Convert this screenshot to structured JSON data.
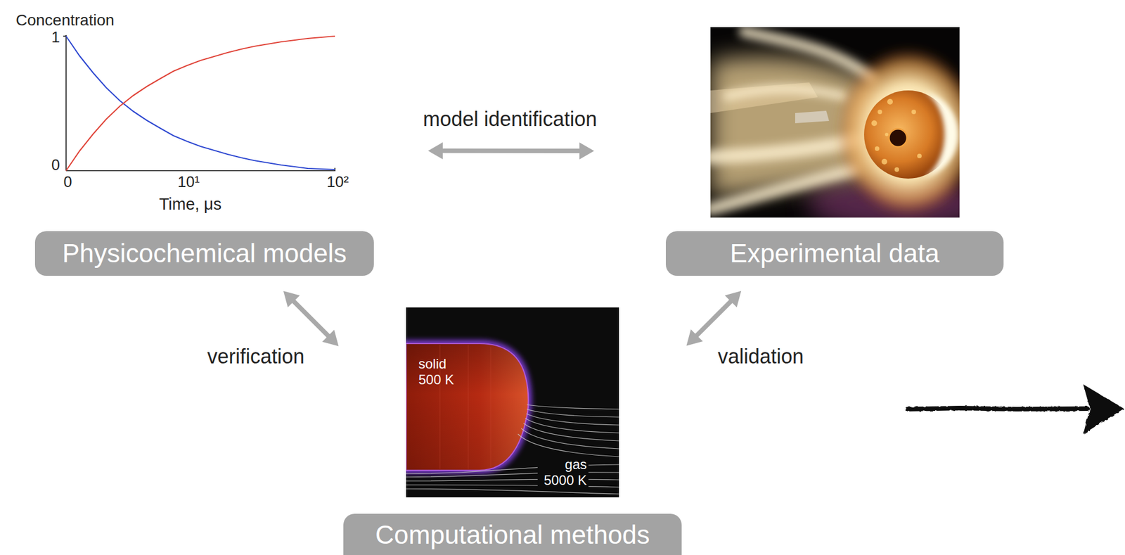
{
  "diagram": {
    "nodes": [
      {
        "text": [
          "Physicochemical models"
        ]
      },
      {
        "text": [
          "Experimental data"
        ]
      },
      {
        "text": [
          "Computational methods"
        ]
      }
    ],
    "edges": [
      {
        "from": 0,
        "to": 1,
        "arrow": "both",
        "label": "model identification"
      },
      {
        "from": 0,
        "to": 2,
        "arrow": "both",
        "label": "verification"
      },
      {
        "from": 2,
        "to": 1,
        "arrow": "both",
        "label": "validation"
      }
    ],
    "labels": [
      "Concentration",
      "1",
      "0",
      "0",
      "10¹",
      "10²",
      "Time, μs",
      "solid 500 K",
      "gas 5000 K"
    ]
  }
}
